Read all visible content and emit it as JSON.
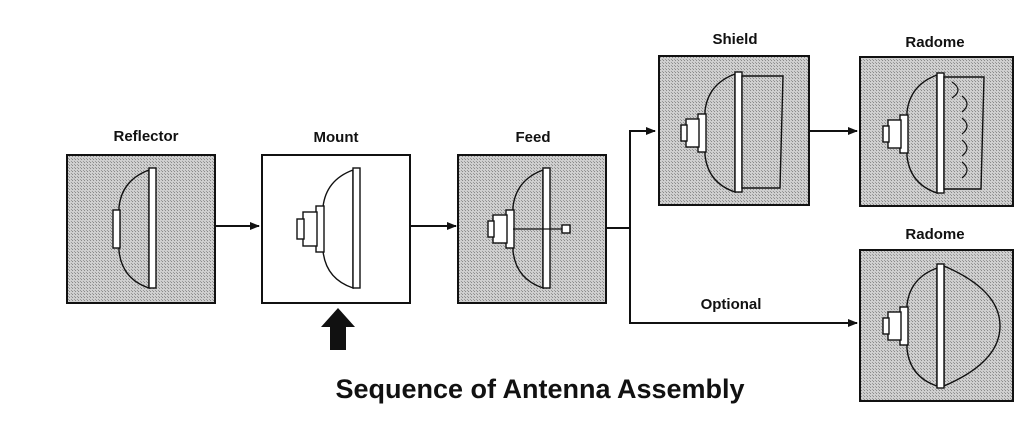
{
  "stages": {
    "reflector": "Reflector",
    "mount": "Mount",
    "feed": "Feed",
    "shield": "Shield",
    "radome_top": "Radome",
    "radome_bottom": "Radome"
  },
  "branch_label": "Optional",
  "caption": "Sequence of Antenna Assembly",
  "icons": {
    "emphasis_arrow": "up-arrow-icon"
  }
}
